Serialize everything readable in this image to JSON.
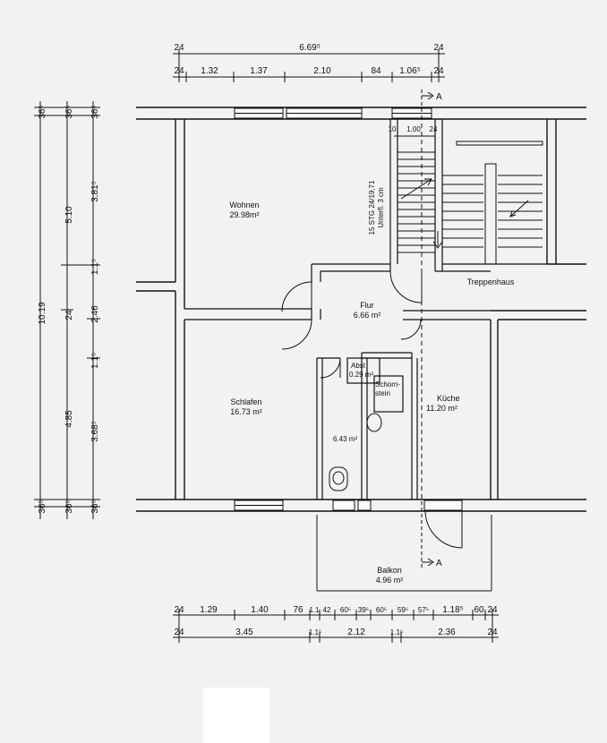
{
  "dimensions": {
    "top_total": "6.69⁵",
    "top_segments": [
      "1.32",
      "1.37",
      "2.10",
      "84",
      "1.06⁵"
    ],
    "top_end_marks": [
      "24",
      "24",
      "24",
      "24"
    ],
    "stair_top": [
      "10",
      "1.00",
      "24"
    ],
    "bottom_segments": [
      "1.29",
      "1.40",
      "76",
      "1.1",
      "42",
      "60⁵",
      "39⁵",
      "60⁵",
      "59⁵",
      "57⁵",
      "1.18⁵",
      "60",
      "24"
    ],
    "bottom_totals": [
      "3.45",
      "1.1⁵",
      "2.12",
      "1.1⁵",
      "2.36"
    ],
    "bottom_end_marks": [
      "24",
      "24",
      "24",
      "24"
    ],
    "left_total": "10.19",
    "left_mid": [
      "5.10",
      "24",
      "4.85"
    ],
    "left_parts": [
      "3.81⁵",
      "1.1⁵",
      "2.46",
      "1.1⁵",
      "3.68⁵"
    ],
    "left_edges": [
      "36⁵",
      "36⁵",
      "36⁵",
      "36⁵",
      "36⁵",
      "36⁵"
    ]
  },
  "rooms": {
    "wohnen": {
      "name": "Wohnen",
      "area": "29.98m²"
    },
    "flur": {
      "name": "Flur",
      "area": "6.66 m²"
    },
    "treppenhaus": {
      "name": "Treppenhaus"
    },
    "abst": {
      "name": "Abst",
      "area": "0.29 m²"
    },
    "schornstein": {
      "name": "Schorn-\nstein"
    },
    "schlafen": {
      "name": "Schlafen",
      "area": "16.73 m²"
    },
    "bad": {
      "area": "6.43 m²"
    },
    "kueche": {
      "name": "Küche",
      "area": "11.20 m²"
    },
    "balkon": {
      "name": "Balkon",
      "area": "4.96 m²"
    }
  },
  "stairs": {
    "label_1": "15 STG 24/19,71",
    "label_2": "Unterfl. 3 cm"
  },
  "section": {
    "top": "A",
    "bottom": "A"
  }
}
